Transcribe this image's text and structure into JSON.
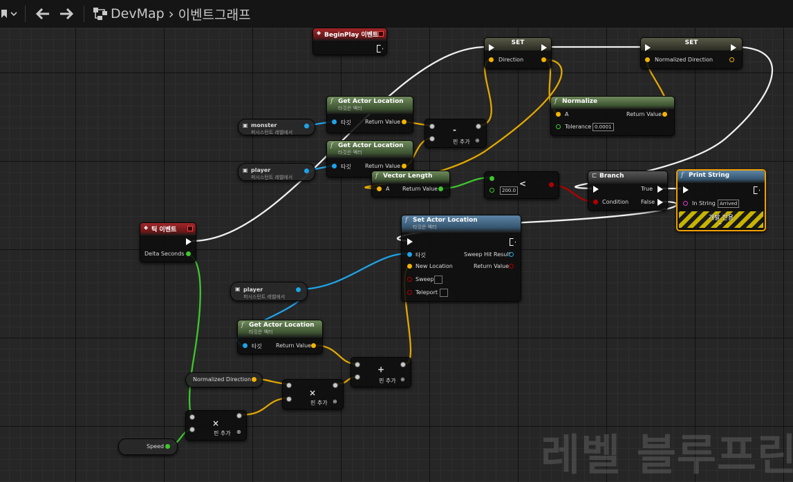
{
  "breadcrumb": {
    "map": "DevMap",
    "graph": "이벤트그래프"
  },
  "watermark": "레벨 블루프린",
  "nodes": {
    "begin_play": {
      "title": "BeginPlay 이벤트"
    },
    "tick_event": {
      "title": "틱 이벤트",
      "delta_seconds": "Delta Seconds"
    },
    "set_direction": {
      "title": "SET",
      "pin": "Direction"
    },
    "set_normalized": {
      "title": "SET",
      "pin": "Normalized Direction"
    },
    "get_loc_monster": {
      "title": "Get Actor Location",
      "subtitle": "타깃은 액터",
      "target": "타깃",
      "return": "Return Value"
    },
    "get_loc_player": {
      "title": "Get Actor Location",
      "subtitle": "타깃은 액터",
      "target": "타깃",
      "return": "Return Value"
    },
    "get_loc_player2": {
      "title": "Get Actor Location",
      "subtitle": "타깃은 액터",
      "target": "타깃",
      "return": "Return Value"
    },
    "subtract": {
      "op": "-",
      "add_pin": "핀 추가"
    },
    "normalize": {
      "title": "Normalize",
      "a": "A",
      "return": "Return Value",
      "tolerance": "Tolerance",
      "tolerance_value": "0.0001"
    },
    "vector_length": {
      "title": "Vector Length",
      "a": "A",
      "return": "Return Value"
    },
    "compare": {
      "value": "200.0",
      "op": "<"
    },
    "branch": {
      "title": "Branch",
      "true": "True",
      "false": "False",
      "condition": "Condition"
    },
    "print_string": {
      "title": "Print String",
      "in_string": "In String",
      "value": "Arrived",
      "dev_only": "개발 전용"
    },
    "set_actor_location": {
      "title": "Set Actor Location",
      "subtitle": "타깃은 액터",
      "target": "타깃",
      "new_location": "New Location",
      "sweep": "Sweep",
      "teleport": "Teleport",
      "sweep_hit": "Sweep Hit Result",
      "return": "Return Value"
    },
    "add": {
      "op": "+",
      "add_pin": "핀 추가"
    },
    "multiply1": {
      "op": "×",
      "add_pin": "핀 추가"
    },
    "multiply2": {
      "op": "×",
      "add_pin": "핀 추가"
    }
  },
  "variables": {
    "monster": {
      "name": "monster",
      "sub": "퍼시스턴트 레벨에서"
    },
    "player": {
      "name": "player",
      "sub": "퍼시스턴트 레벨에서"
    },
    "player2": {
      "name": "player",
      "sub": "퍼시스턴트 레벨에서"
    },
    "normalized_direction": {
      "name": "Normalized Direction"
    },
    "speed": {
      "name": "Speed"
    }
  },
  "colors": {
    "exec": "#ffffff",
    "vector": "#f3b300",
    "object": "#1fa3e8",
    "float": "#3ec72e",
    "bool": "#b20000",
    "string": "#e23ad0"
  }
}
